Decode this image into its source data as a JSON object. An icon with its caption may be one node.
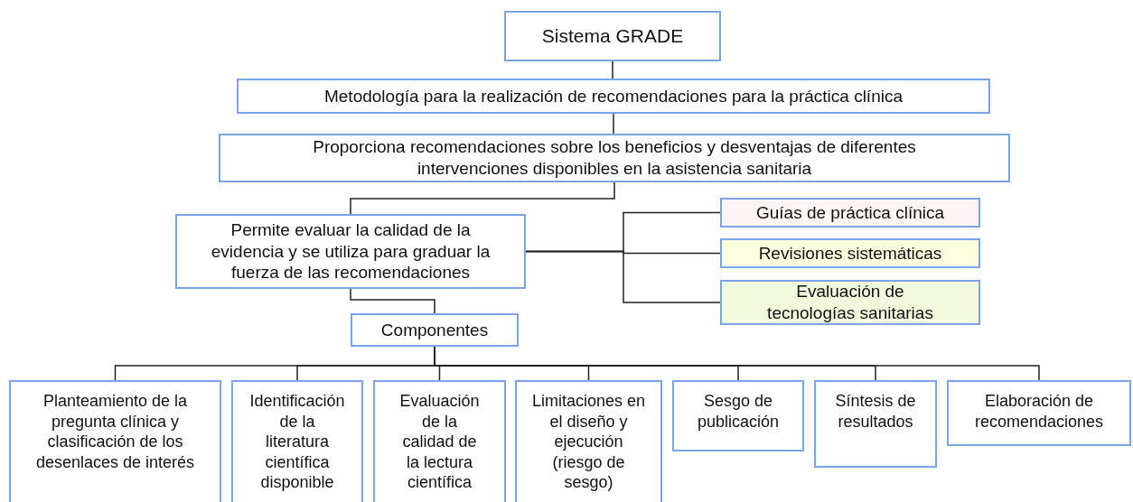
{
  "diagram": {
    "nodes": [
      {
        "text": [
          "Sistema GRADE"
        ]
      },
      {
        "text": [
          "Metodología para la realización de recomendaciones para la práctica clínica"
        ]
      },
      {
        "text": [
          "Proporciona recomendaciones sobre los beneficios y desventajas de diferentes intervenciones disponibles en la asistencia sanitaria"
        ]
      },
      {
        "text": [
          "Permite evaluar la calidad de la evidencia y se utiliza para graduar la fuerza de las recomendaciones"
        ]
      },
      {
        "text": [
          "Guías de práctica clínica"
        ]
      },
      {
        "text": [
          "Revisiones sistemáticas"
        ]
      },
      {
        "text": [
          "Evaluación de tecnologías sanitarias"
        ]
      },
      {
        "text": [
          "Componentes"
        ]
      },
      {
        "text": [
          "Planteamiento de la pregunta clínica y clasificación de los desenlaces de interés"
        ]
      },
      {
        "text": [
          "Identificación de la literatura científica disponible"
        ]
      },
      {
        "text": [
          "Evaluación de la calidad de la lectura científica"
        ]
      },
      {
        "text": [
          "Limitaciones en el diseño y ejecución (riesgo de sesgo)"
        ]
      },
      {
        "text": [
          "Sesgo de publicación"
        ]
      },
      {
        "text": [
          "Síntesis de resultados"
        ]
      },
      {
        "text": [
          "Elaboración de recomendaciones"
        ]
      }
    ],
    "edges": [
      {
        "from": 0,
        "to": 1,
        "arrow": "none"
      },
      {
        "from": 1,
        "to": 2,
        "arrow": "none"
      },
      {
        "from": 2,
        "to": 3,
        "arrow": "none"
      },
      {
        "from": 3,
        "to": 4,
        "arrow": "none"
      },
      {
        "from": 3,
        "to": 5,
        "arrow": "none"
      },
      {
        "from": 3,
        "to": 6,
        "arrow": "none"
      },
      {
        "from": 3,
        "to": 7,
        "arrow": "none"
      },
      {
        "from": 7,
        "to": 8,
        "arrow": "none"
      },
      {
        "from": 7,
        "to": 9,
        "arrow": "none"
      },
      {
        "from": 7,
        "to": 10,
        "arrow": "none"
      },
      {
        "from": 7,
        "to": 11,
        "arrow": "none"
      },
      {
        "from": 7,
        "to": 12,
        "arrow": "none"
      },
      {
        "from": 7,
        "to": 13,
        "arrow": "none"
      },
      {
        "from": 7,
        "to": 14,
        "arrow": "none"
      }
    ]
  }
}
